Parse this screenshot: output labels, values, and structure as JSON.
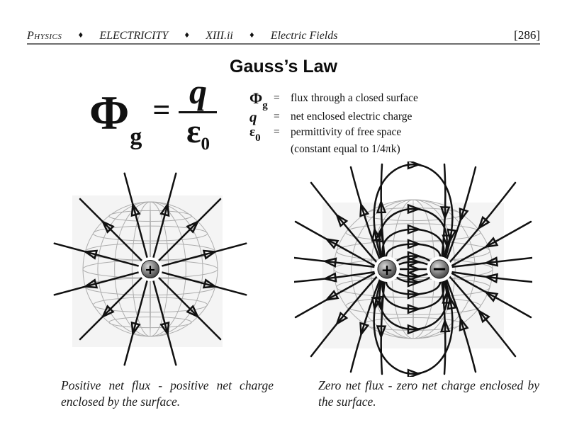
{
  "header": {
    "items": [
      "Physics",
      "ELECTRICITY",
      "XIII.ii",
      "Electric Fields"
    ],
    "separator": "♦",
    "page_number": "[286]"
  },
  "title": "Gauss’s Law",
  "formula": {
    "lhs": "Φ",
    "lhs_sub": "g",
    "equals": "=",
    "numerator": "q",
    "denominator": "ε",
    "denominator_sub": "0"
  },
  "definitions": {
    "rows": [
      {
        "sym": "Φ",
        "sub": "g",
        "eq": "=",
        "text": "flux through a closed surface"
      },
      {
        "sym": "q",
        "sub": "",
        "eq": "=",
        "text": "net enclosed electric charge"
      },
      {
        "sym": "ε",
        "sub": "0",
        "eq": "=",
        "text": "permittivity of free space"
      },
      {
        "sym": "",
        "sub": "",
        "eq": "",
        "text": "(constant equal to 1/4πk)"
      }
    ]
  },
  "figures": {
    "left": {
      "charge_symbol": "+",
      "caption": "Positive net flux - positive net charge enclosed by the surface."
    },
    "right": {
      "pos_symbol": "+",
      "neg_symbol": "−",
      "caption": "Zero net flux - zero net charge enclosed by the surface."
    }
  },
  "colors": {
    "line": "#111111",
    "wire": "#adadad",
    "rule": "#6e6e6e"
  }
}
